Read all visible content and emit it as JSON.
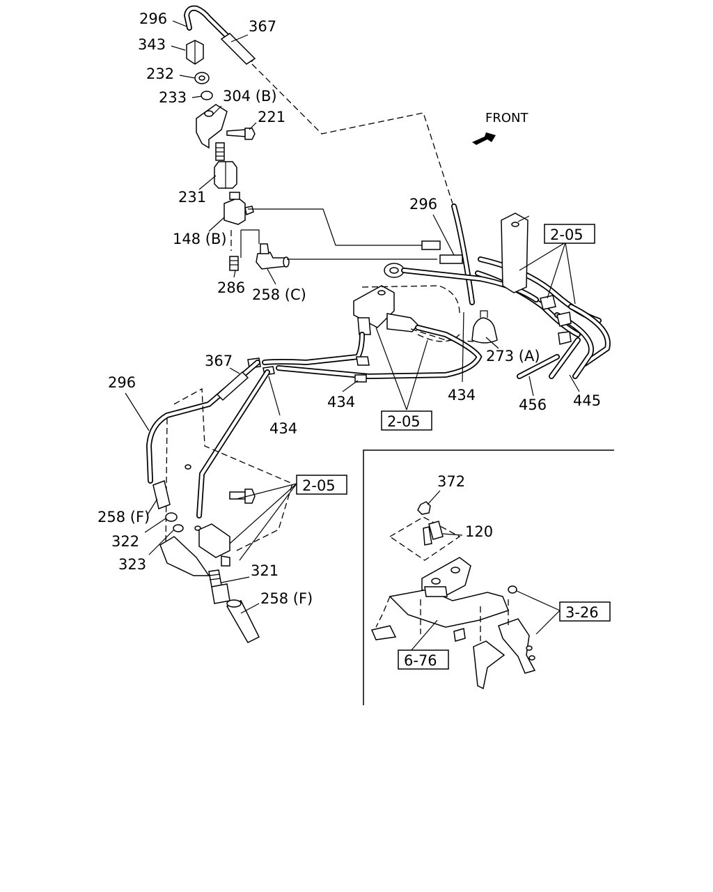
{
  "direction_label": "FRONT",
  "callouts": {
    "c296_top": "296",
    "c367_top": "367",
    "c343": "343",
    "c232": "232",
    "c233": "233",
    "c304b": "304 (B)",
    "c221": "221",
    "c231": "231",
    "c148b": "148 (B)",
    "c286": "286",
    "c258c": "258 (C)",
    "c296_mid": "296",
    "c273a": "273 (A)",
    "c434_right": "434",
    "c456": "456",
    "c445": "445",
    "c434_center": "434",
    "c434_left": "434",
    "c367_left": "367",
    "c296_left": "296",
    "c258f_left": "258 (F)",
    "c322": "322",
    "c323": "323",
    "c321": "321",
    "c258f_bottom": "258 (F)",
    "c372": "372",
    "c120": "120"
  },
  "section_refs": {
    "ref_205_top": "2-05",
    "ref_205_center": "2-05",
    "ref_205_left": "2-05",
    "ref_676": "6-76",
    "ref_326": "3-26"
  }
}
